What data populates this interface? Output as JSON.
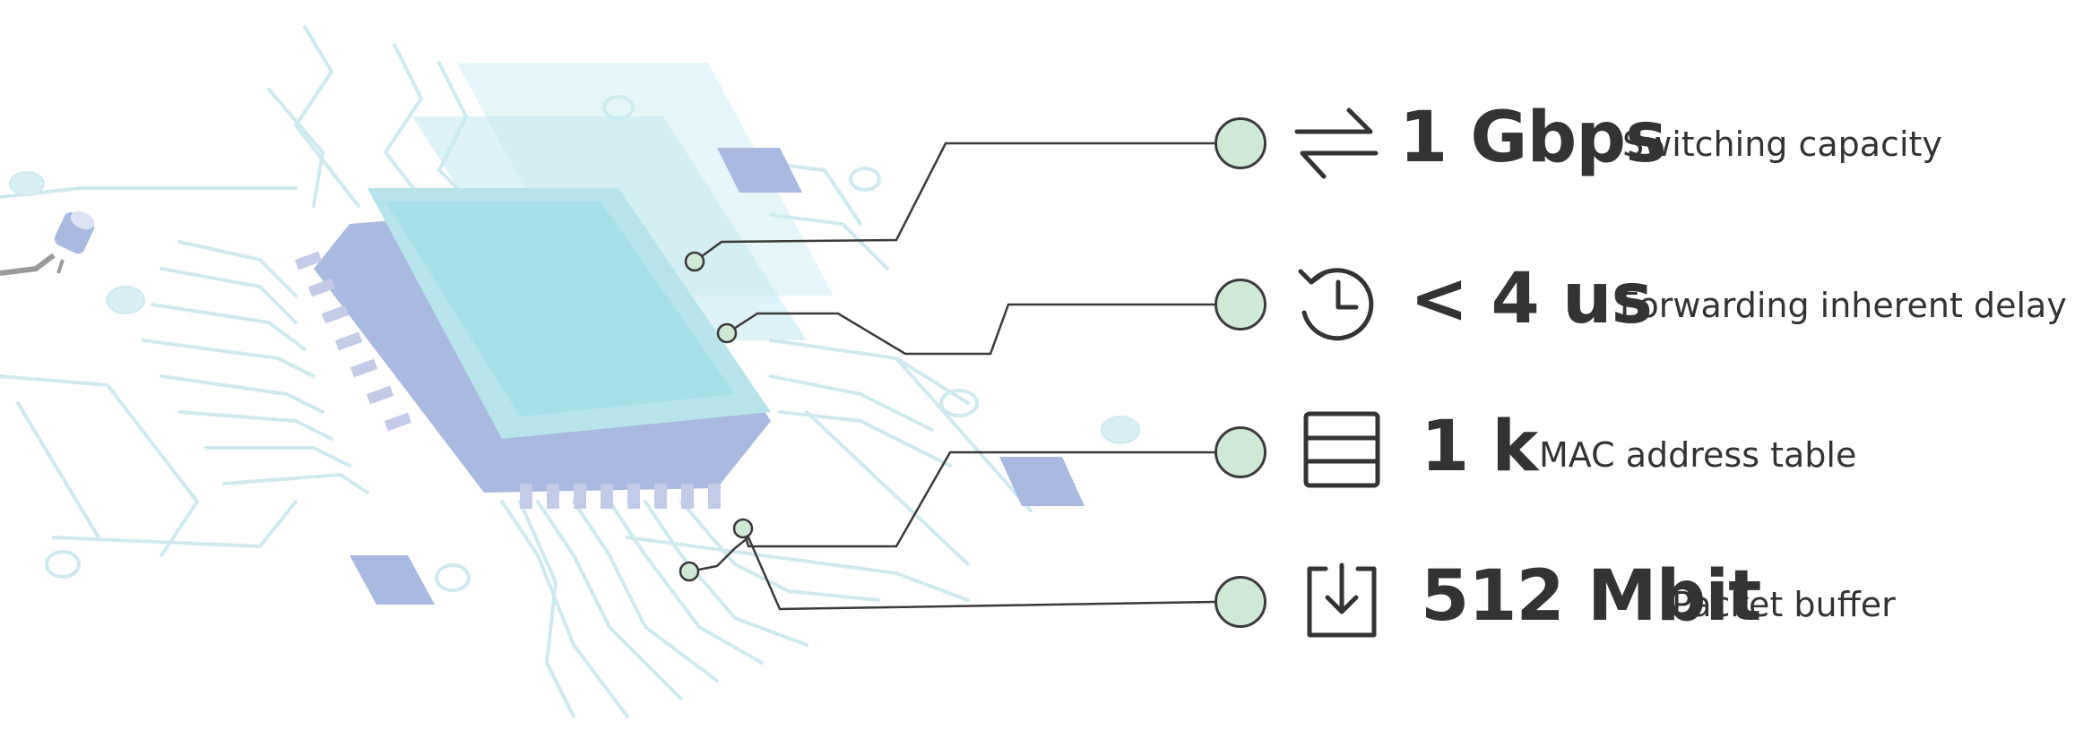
{
  "colors": {
    "circuit": "#cde9ef",
    "chip_top": "#b5e3ea",
    "chip_side": "#a9b9df",
    "leader_line": "#3a3a3a",
    "dot_fill": "#cfe9d6",
    "text": "#333333"
  },
  "specs": [
    {
      "icon": "switch-arrows-icon",
      "value": "1 Gbps",
      "label": "Switching capacity"
    },
    {
      "icon": "clock-history-icon",
      "value": "< 4 us",
      "label": "Forwarding inherent delay"
    },
    {
      "icon": "table-icon",
      "value": "1 k",
      "label": "MAC address table"
    },
    {
      "icon": "download-tray-icon",
      "value": "512 Mbit",
      "label": "Packet buffer"
    }
  ]
}
